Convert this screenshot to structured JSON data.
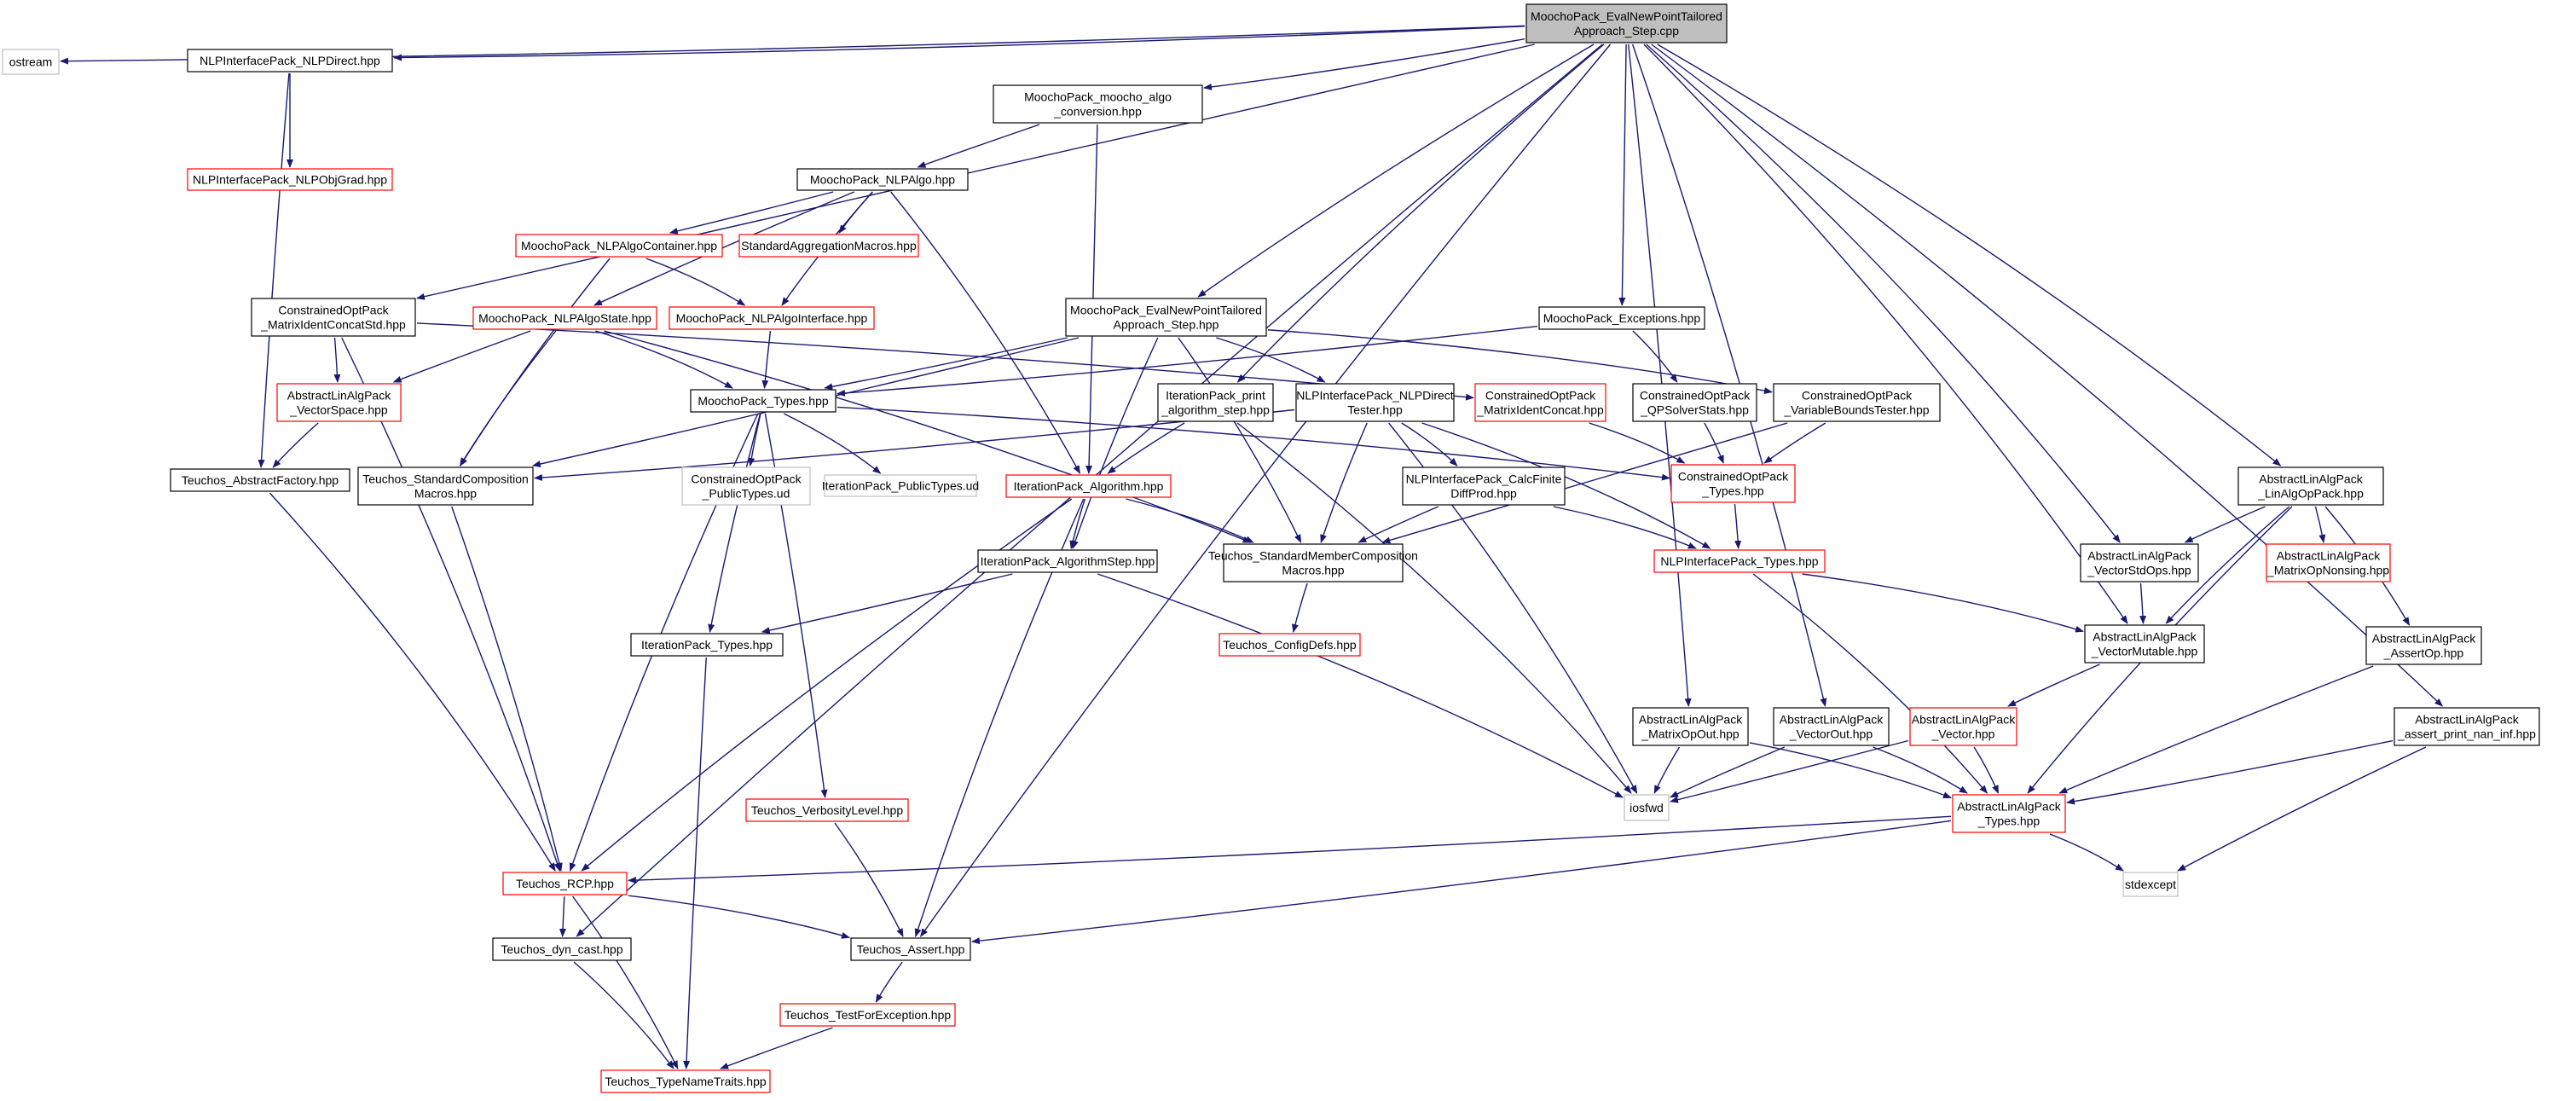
{
  "graph_title": "MoochoPack_EvalNewPointTailored\nApproach_Step.cpp",
  "colors": {
    "edge": "#191970",
    "border_normal": "#000000",
    "border_red": "#ff0000",
    "border_gray": "#bfbfbf",
    "root_fill": "#bfbfbf"
  },
  "nodes": [
    {
      "id": "root",
      "label": "MoochoPack_EvalNewPointTailored\nApproach_Step.cpp",
      "style": "root"
    },
    {
      "id": "ostream",
      "label": "ostream",
      "style": "gray"
    },
    {
      "id": "nlpdirect",
      "label": "NLPInterfacePack_NLPDirect.hpp",
      "style": "normal"
    },
    {
      "id": "nlpobjgrad",
      "label": "NLPInterfacePack_NLPObjGrad.hpp",
      "style": "red"
    },
    {
      "id": "algoconv",
      "label": "MoochoPack_moocho_algo\n_conversion.hpp",
      "style": "normal"
    },
    {
      "id": "nlpalgo",
      "label": "MoochoPack_NLPAlgo.hpp",
      "style": "normal"
    },
    {
      "id": "algocontainer",
      "label": "MoochoPack_NLPAlgoContainer.hpp",
      "style": "red"
    },
    {
      "id": "stdagg",
      "label": "StandardAggregationMacros.hpp",
      "style": "red"
    },
    {
      "id": "cmatrixstd",
      "label": "ConstrainedOptPack\n_MatrixIdentConcatStd.hpp",
      "style": "normal"
    },
    {
      "id": "algostate",
      "label": "MoochoPack_NLPAlgoState.hpp",
      "style": "red"
    },
    {
      "id": "algointerface",
      "label": "MoochoPack_NLPAlgoInterface.hpp",
      "style": "red"
    },
    {
      "id": "evalhpp",
      "label": "MoochoPack_EvalNewPointTailored\nApproach_Step.hpp",
      "style": "normal"
    },
    {
      "id": "exceptions",
      "label": "MoochoPack_Exceptions.hpp",
      "style": "normal"
    },
    {
      "id": "vectorspace",
      "label": "AbstractLinAlgPack\n_VectorSpace.hpp",
      "style": "red"
    },
    {
      "id": "mtypes",
      "label": "MoochoPack_Types.hpp",
      "style": "normal"
    },
    {
      "id": "printstep",
      "label": "IterationPack_print\n_algorithm_step.hpp",
      "style": "normal"
    },
    {
      "id": "nlpdirtester",
      "label": "NLPInterfacePack_NLPDirect\nTester.hpp",
      "style": "normal"
    },
    {
      "id": "cmatrixconcat",
      "label": "ConstrainedOptPack\n_MatrixIdentConcat.hpp",
      "style": "red"
    },
    {
      "id": "qpsolverstats",
      "label": "ConstrainedOptPack\n_QPSolverStats.hpp",
      "style": "normal"
    },
    {
      "id": "varbounds",
      "label": "ConstrainedOptPack\n_VariableBoundsTester.hpp",
      "style": "normal"
    },
    {
      "id": "absfactory",
      "label": "Teuchos_AbstractFactory.hpp",
      "style": "normal"
    },
    {
      "id": "stdcomp",
      "label": "Teuchos_StandardComposition\nMacros.hpp",
      "style": "normal"
    },
    {
      "id": "copubud",
      "label": "ConstrainedOptPack\n_PublicTypes.ud",
      "style": "gray"
    },
    {
      "id": "itpubud",
      "label": "IterationPack_PublicTypes.ud",
      "style": "gray"
    },
    {
      "id": "italgo",
      "label": "IterationPack_Algorithm.hpp",
      "style": "red"
    },
    {
      "id": "calcfinite",
      "label": "NLPInterfacePack_CalcFinite\nDiffProd.hpp",
      "style": "normal"
    },
    {
      "id": "cotypes",
      "label": "ConstrainedOptPack\n_Types.hpp",
      "style": "red"
    },
    {
      "id": "linalgop",
      "label": "AbstractLinAlgPack\n_LinAlgOpPack.hpp",
      "style": "normal"
    },
    {
      "id": "itstep",
      "label": "IterationPack_AlgorithmStep.hpp",
      "style": "normal"
    },
    {
      "id": "stdmember",
      "label": "Teuchos_StandardMemberComposition\nMacros.hpp",
      "style": "normal"
    },
    {
      "id": "nlptypes",
      "label": "NLPInterfacePack_Types.hpp",
      "style": "red"
    },
    {
      "id": "vecstdops",
      "label": "AbstractLinAlgPack\n_VectorStdOps.hpp",
      "style": "normal"
    },
    {
      "id": "matopnonsing",
      "label": "AbstractLinAlgPack\n_MatrixOpNonsing.hpp",
      "style": "red"
    },
    {
      "id": "ittypes",
      "label": "IterationPack_Types.hpp",
      "style": "normal"
    },
    {
      "id": "configdefs",
      "label": "Teuchos_ConfigDefs.hpp",
      "style": "red"
    },
    {
      "id": "vecmutable",
      "label": "AbstractLinAlgPack\n_VectorMutable.hpp",
      "style": "normal"
    },
    {
      "id": "assertop",
      "label": "AbstractLinAlgPack\n_AssertOp.hpp",
      "style": "normal"
    },
    {
      "id": "matopout",
      "label": "AbstractLinAlgPack\n_MatrixOpOut.hpp",
      "style": "normal"
    },
    {
      "id": "vecout",
      "label": "AbstractLinAlgPack\n_VectorOut.hpp",
      "style": "normal"
    },
    {
      "id": "vector",
      "label": "AbstractLinAlgPack\n_Vector.hpp",
      "style": "red"
    },
    {
      "id": "printnan",
      "label": "AbstractLinAlgPack\n_assert_print_nan_inf.hpp",
      "style": "normal"
    },
    {
      "id": "verbosity",
      "label": "Teuchos_VerbosityLevel.hpp",
      "style": "red"
    },
    {
      "id": "iosfwd",
      "label": "iosfwd",
      "style": "gray"
    },
    {
      "id": "alptypes",
      "label": "AbstractLinAlgPack\n_Types.hpp",
      "style": "red"
    },
    {
      "id": "rcp",
      "label": "Teuchos_RCP.hpp",
      "style": "red"
    },
    {
      "id": "stdexcept",
      "label": "stdexcept",
      "style": "gray"
    },
    {
      "id": "dyncast",
      "label": "Teuchos_dyn_cast.hpp",
      "style": "normal"
    },
    {
      "id": "tassert",
      "label": "Teuchos_Assert.hpp",
      "style": "normal"
    },
    {
      "id": "testforexc",
      "label": "Teuchos_TestForException.hpp",
      "style": "red"
    },
    {
      "id": "typenametraits",
      "label": "Teuchos_TypeNameTraits.hpp",
      "style": "red"
    }
  ],
  "edges": [
    [
      "root",
      "ostream"
    ],
    [
      "root",
      "nlpdirect"
    ],
    [
      "root",
      "algoconv"
    ],
    [
      "root",
      "cmatrixstd"
    ],
    [
      "root",
      "evalhpp"
    ],
    [
      "root",
      "exceptions"
    ],
    [
      "root",
      "printstep"
    ],
    [
      "root",
      "dyncast"
    ],
    [
      "root",
      "linalgop"
    ],
    [
      "root",
      "vecstdops"
    ],
    [
      "root",
      "vecmutable"
    ],
    [
      "root",
      "matopout"
    ],
    [
      "root",
      "vecout"
    ],
    [
      "root",
      "printnan"
    ],
    [
      "root",
      "tassert"
    ],
    [
      "nlpdirect",
      "nlpobjgrad"
    ],
    [
      "nlpdirect",
      "absfactory"
    ],
    [
      "algoconv",
      "nlpalgo"
    ],
    [
      "algoconv",
      "italgo"
    ],
    [
      "nlpalgo",
      "algocontainer"
    ],
    [
      "nlpalgo",
      "stdagg"
    ],
    [
      "nlpalgo",
      "algostate"
    ],
    [
      "nlpalgo",
      "algointerface"
    ],
    [
      "nlpalgo",
      "italgo"
    ],
    [
      "algocontainer",
      "algointerface"
    ],
    [
      "algocontainer",
      "stdcomp"
    ],
    [
      "cmatrixstd",
      "vectorspace"
    ],
    [
      "cmatrixstd",
      "cmatrixconcat"
    ],
    [
      "cmatrixstd",
      "rcp"
    ],
    [
      "algostate",
      "vectorspace"
    ],
    [
      "algostate",
      "mtypes"
    ],
    [
      "algostate",
      "stdcomp"
    ],
    [
      "algostate",
      "stdmember"
    ],
    [
      "algointerface",
      "mtypes"
    ],
    [
      "evalhpp",
      "mtypes"
    ],
    [
      "evalhpp",
      "nlpdirtester"
    ],
    [
      "evalhpp",
      "varbounds"
    ],
    [
      "evalhpp",
      "stdcomp"
    ],
    [
      "evalhpp",
      "stdmember"
    ],
    [
      "evalhpp",
      "itstep"
    ],
    [
      "exceptions",
      "mtypes"
    ],
    [
      "exceptions",
      "qpsolverstats"
    ],
    [
      "vectorspace",
      "absfactory"
    ],
    [
      "mtypes",
      "copubud"
    ],
    [
      "mtypes",
      "itpubud"
    ],
    [
      "mtypes",
      "cotypes"
    ],
    [
      "mtypes",
      "ittypes"
    ],
    [
      "mtypes",
      "verbosity"
    ],
    [
      "mtypes",
      "rcp"
    ],
    [
      "printstep",
      "italgo"
    ],
    [
      "printstep",
      "iosfwd"
    ],
    [
      "nlpdirtester",
      "calcfinite"
    ],
    [
      "nlpdirtester",
      "nlptypes"
    ],
    [
      "nlpdirtester",
      "stdmember"
    ],
    [
      "nlpdirtester",
      "stdcomp"
    ],
    [
      "nlpdirtester",
      "iosfwd"
    ],
    [
      "cmatrixconcat",
      "cotypes"
    ],
    [
      "qpsolverstats",
      "cotypes"
    ],
    [
      "varbounds",
      "cotypes"
    ],
    [
      "varbounds",
      "stdmember"
    ],
    [
      "absfactory",
      "rcp"
    ],
    [
      "stdcomp",
      "rcp"
    ],
    [
      "italgo",
      "itstep"
    ],
    [
      "italgo",
      "stdmember"
    ],
    [
      "italgo",
      "rcp"
    ],
    [
      "italgo",
      "tassert"
    ],
    [
      "calcfinite",
      "nlptypes"
    ],
    [
      "calcfinite",
      "stdmember"
    ],
    [
      "cotypes",
      "nlptypes"
    ],
    [
      "linalgop",
      "vecstdops"
    ],
    [
      "linalgop",
      "matopnonsing"
    ],
    [
      "linalgop",
      "vecmutable"
    ],
    [
      "linalgop",
      "assertop"
    ],
    [
      "linalgop",
      "alptypes"
    ],
    [
      "itstep",
      "ittypes"
    ],
    [
      "itstep",
      "iosfwd"
    ],
    [
      "stdmember",
      "configdefs"
    ],
    [
      "nlptypes",
      "vecmutable"
    ],
    [
      "nlptypes",
      "alptypes"
    ],
    [
      "vecstdops",
      "vecmutable"
    ],
    [
      "ittypes",
      "typenametraits"
    ],
    [
      "vecmutable",
      "vector"
    ],
    [
      "assertop",
      "alptypes"
    ],
    [
      "matopout",
      "iosfwd"
    ],
    [
      "matopout",
      "alptypes"
    ],
    [
      "vecout",
      "iosfwd"
    ],
    [
      "vecout",
      "alptypes"
    ],
    [
      "vector",
      "alptypes"
    ],
    [
      "vector",
      "iosfwd"
    ],
    [
      "printnan",
      "alptypes"
    ],
    [
      "printnan",
      "stdexcept"
    ],
    [
      "verbosity",
      "tassert"
    ],
    [
      "alptypes",
      "rcp"
    ],
    [
      "alptypes",
      "tassert"
    ],
    [
      "alptypes",
      "stdexcept"
    ],
    [
      "rcp",
      "dyncast"
    ],
    [
      "rcp",
      "tassert"
    ],
    [
      "rcp",
      "typenametraits"
    ],
    [
      "dyncast",
      "typenametraits"
    ],
    [
      "tassert",
      "testforexc"
    ],
    [
      "testforexc",
      "typenametraits"
    ]
  ]
}
